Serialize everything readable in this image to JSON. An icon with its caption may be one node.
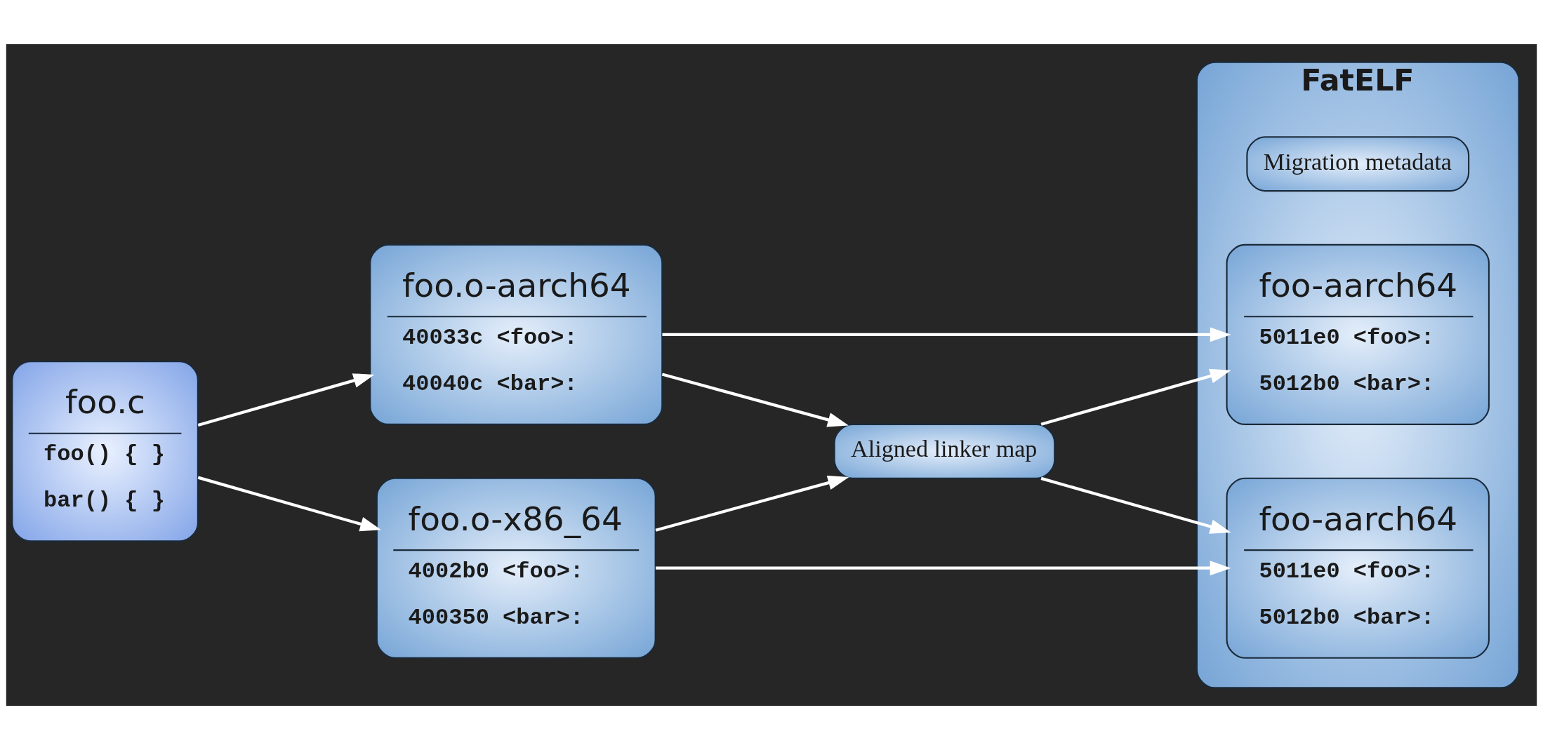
{
  "diagram": {
    "nodes": [
      {
        "text": [
          "foo.c",
          "foo() { }",
          "bar() { }"
        ]
      },
      {
        "text": [
          "foo.o-aarch64",
          "40033c <foo>:",
          "40040c <bar>:"
        ]
      },
      {
        "text": [
          "foo.o-x86_64",
          "4002b0 <foo>:",
          "400350 <bar>:"
        ]
      },
      {
        "text": [
          "Aligned linker map"
        ]
      },
      {
        "text": [
          "FatELF"
        ]
      },
      {
        "text": [
          "foo-aarch64",
          "5011e0 <foo>:",
          "5012b0 <bar>:"
        ],
        "in": 4
      },
      {
        "text": [
          "Migration metadata"
        ],
        "in": 4
      },
      {
        "text": [
          "foo-aarch64",
          "5011e0 <foo>:",
          "5012b0 <bar>:"
        ],
        "in": 4
      }
    ],
    "edges": [
      {
        "from": 0,
        "to": 1,
        "arrow": "to"
      },
      {
        "from": 0,
        "to": 2,
        "arrow": "to"
      },
      {
        "from": 1,
        "to": 5,
        "arrow": "to"
      },
      {
        "from": 1,
        "to": 3,
        "arrow": "to"
      },
      {
        "from": 2,
        "to": 3,
        "arrow": "to"
      },
      {
        "from": 2,
        "to": 7,
        "arrow": "to"
      },
      {
        "from": 3,
        "to": 5,
        "arrow": "to"
      },
      {
        "from": 3,
        "to": 7,
        "arrow": "to"
      }
    ]
  }
}
